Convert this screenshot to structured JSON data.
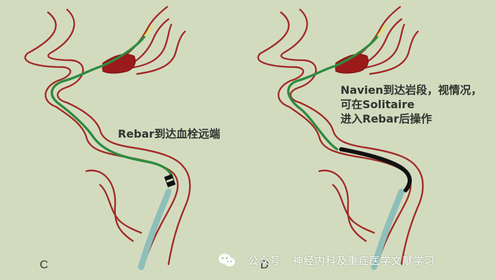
{
  "colors": {
    "background": "#d3dbbf",
    "vessel_wall": "#a12a25",
    "thrombus": "#9b1b1b",
    "rebar_wire": "#2e8b3f",
    "wire_tip": "#e4e06a",
    "navien_catheter": "#111111",
    "guide_catheter": "#8fbfb9"
  },
  "panels": [
    {
      "letter": "C",
      "annotation_lines": [
        "Rebar到达血栓远端"
      ]
    },
    {
      "letter": "D",
      "annotation_lines": [
        "Navien到达岩段，视情况，",
        "可在Solitaire",
        "进入Rebar后操作"
      ]
    }
  ],
  "watermark": {
    "icon": "wechat-icon",
    "label": "公众号 · 神经内科及重症医学文献学习"
  }
}
